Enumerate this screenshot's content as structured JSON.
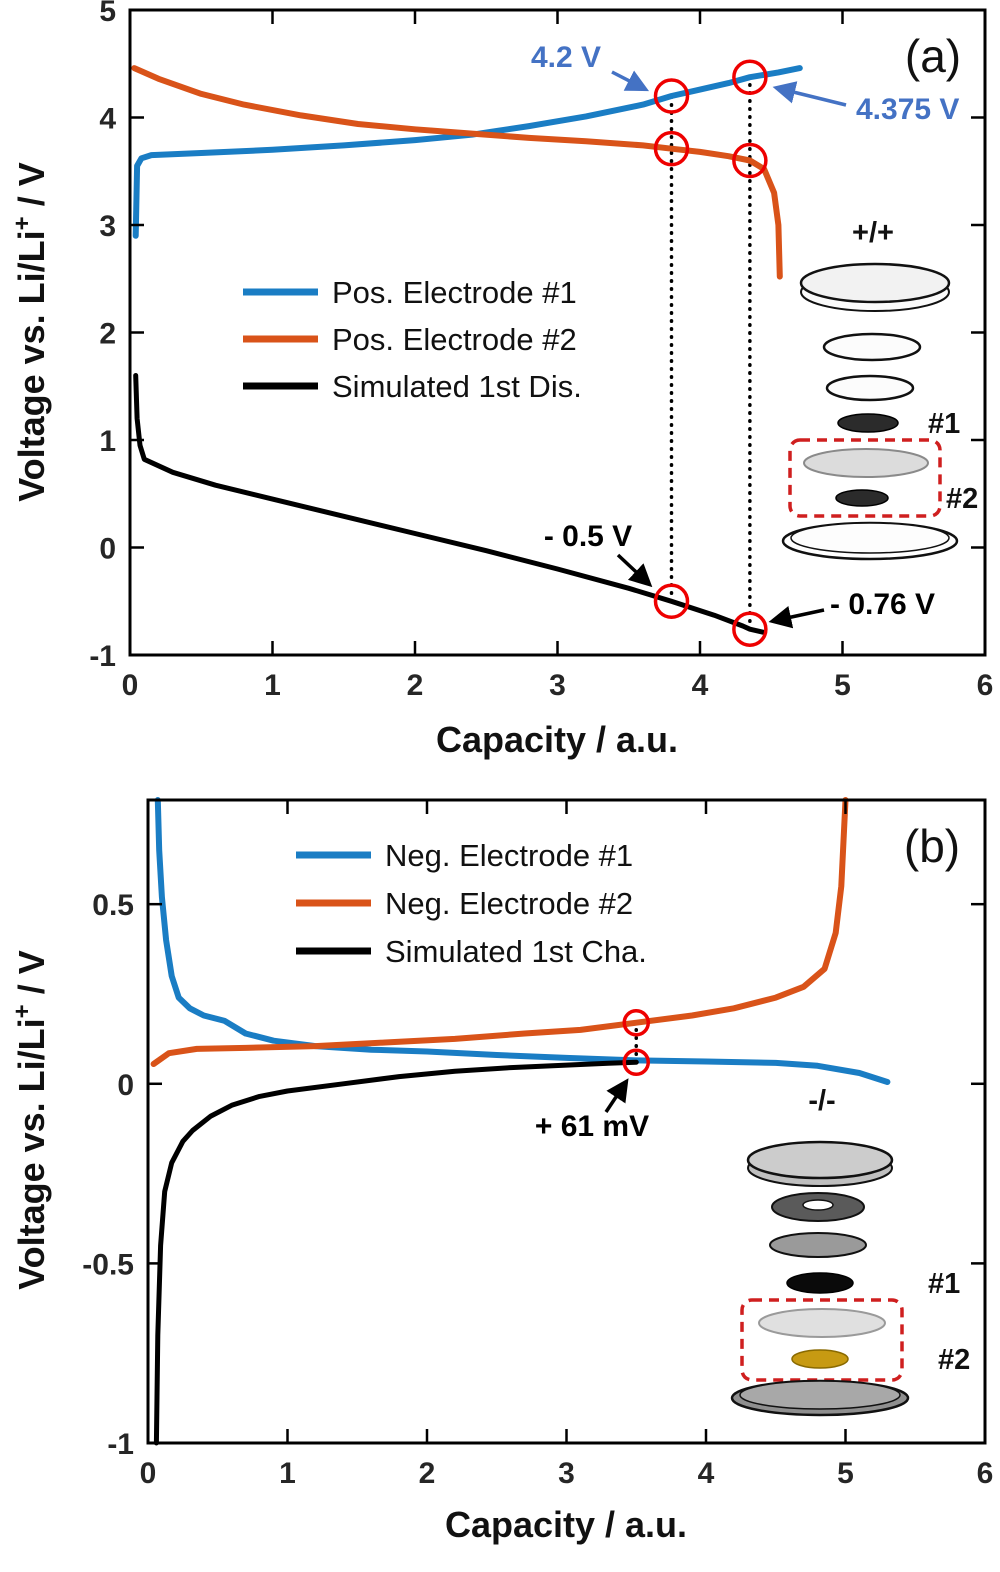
{
  "chart_data": [
    {
      "id": "a",
      "panel_letter": "(a)",
      "type": "line",
      "title": "",
      "xlabel": "Capacity / a.u.",
      "ylabel": "Voltage vs. Li/Li+ / V",
      "ylabel_parts": {
        "pre": "Voltage vs. Li/Li",
        "sup": "+",
        "post": " / V"
      },
      "xlim": [
        0,
        6
      ],
      "ylim": [
        -1,
        5
      ],
      "xticks": [
        "0",
        "1",
        "2",
        "3",
        "4",
        "5",
        "6"
      ],
      "yticks": [
        "-1",
        "0",
        "1",
        "2",
        "3",
        "4",
        "5"
      ],
      "grid": false,
      "legend_position": "upper-left-inside",
      "marker_radius": 16,
      "marker_color": "#ee0000",
      "series": [
        {
          "name": "Pos. Electrode #1",
          "color": "#1a7dc4",
          "points": [
            [
              0.04,
              2.9
            ],
            [
              0.05,
              3.55
            ],
            [
              0.08,
              3.62
            ],
            [
              0.15,
              3.65
            ],
            [
              0.5,
              3.67
            ],
            [
              1.0,
              3.7
            ],
            [
              1.5,
              3.74
            ],
            [
              2.0,
              3.79
            ],
            [
              2.4,
              3.84
            ],
            [
              2.8,
              3.92
            ],
            [
              3.2,
              4.01
            ],
            [
              3.6,
              4.12
            ],
            [
              3.8,
              4.2
            ],
            [
              4.0,
              4.26
            ],
            [
              4.2,
              4.32
            ],
            [
              4.35,
              4.375
            ],
            [
              4.55,
              4.42
            ],
            [
              4.7,
              4.46
            ]
          ]
        },
        {
          "name": "Pos. Electrode #2",
          "color": "#d95319",
          "points": [
            [
              0.03,
              4.46
            ],
            [
              0.2,
              4.36
            ],
            [
              0.5,
              4.22
            ],
            [
              0.8,
              4.12
            ],
            [
              1.2,
              4.02
            ],
            [
              1.6,
              3.94
            ],
            [
              2.0,
              3.89
            ],
            [
              2.4,
              3.85
            ],
            [
              2.8,
              3.81
            ],
            [
              3.2,
              3.78
            ],
            [
              3.6,
              3.74
            ],
            [
              3.8,
              3.71
            ],
            [
              4.0,
              3.68
            ],
            [
              4.2,
              3.64
            ],
            [
              4.35,
              3.6
            ],
            [
              4.45,
              3.52
            ],
            [
              4.52,
              3.3
            ],
            [
              4.55,
              3.0
            ],
            [
              4.56,
              2.52
            ]
          ]
        },
        {
          "name": "Simulated 1st Dis.",
          "color": "#000000",
          "points": [
            [
              0.04,
              1.6
            ],
            [
              0.05,
              1.2
            ],
            [
              0.07,
              0.95
            ],
            [
              0.1,
              0.82
            ],
            [
              0.3,
              0.7
            ],
            [
              0.6,
              0.58
            ],
            [
              1.0,
              0.45
            ],
            [
              1.5,
              0.29
            ],
            [
              2.0,
              0.13
            ],
            [
              2.5,
              -0.03
            ],
            [
              3.0,
              -0.2
            ],
            [
              3.5,
              -0.38
            ],
            [
              3.8,
              -0.5
            ],
            [
              4.1,
              -0.63
            ],
            [
              4.3,
              -0.73
            ],
            [
              4.35,
              -0.76
            ],
            [
              4.45,
              -0.79
            ]
          ]
        }
      ],
      "markers": [
        {
          "x": 3.8,
          "y": 4.2
        },
        {
          "x": 4.35,
          "y": 4.375
        },
        {
          "x": 3.8,
          "y": 3.71
        },
        {
          "x": 4.35,
          "y": 3.6
        },
        {
          "x": 3.8,
          "y": -0.5
        },
        {
          "x": 4.35,
          "y": -0.76
        }
      ],
      "dotted_lines": [
        {
          "x": 3.8,
          "y1": -0.5,
          "y2": 4.2
        },
        {
          "x": 4.35,
          "y1": -0.76,
          "y2": 4.375
        }
      ],
      "annotations": [
        {
          "text": "4.2 V",
          "color": "#4472c4"
        },
        {
          "text": "4.375 V",
          "color": "#4472c4"
        },
        {
          "text": "- 0.5 V",
          "color": "#000000"
        },
        {
          "text": "- 0.76 V",
          "color": "#000000"
        }
      ],
      "inset": {
        "title": "+/+",
        "item1": "#1",
        "item2": "#2"
      }
    },
    {
      "id": "b",
      "panel_letter": "(b)",
      "type": "line",
      "title": "",
      "xlabel": "Capacity / a.u.",
      "ylabel": "Voltage vs. Li/Li+ / V",
      "ylabel_parts": {
        "pre": "Voltage vs. Li/Li",
        "sup": "+",
        "post": " / V"
      },
      "xlim": [
        0,
        6
      ],
      "ylim": [
        -1,
        0.79
      ],
      "xticks": [
        "0",
        "1",
        "2",
        "3",
        "4",
        "5",
        "6"
      ],
      "yticks": [
        "-1",
        "-0.5",
        "0",
        "0.5"
      ],
      "grid": false,
      "legend_position": "upper-left-inside",
      "marker_radius": 12,
      "marker_color": "#ee0000",
      "series": [
        {
          "name": "Neg. Electrode #1",
          "color": "#1a7dc4",
          "points": [
            [
              0.07,
              0.79
            ],
            [
              0.08,
              0.65
            ],
            [
              0.1,
              0.52
            ],
            [
              0.13,
              0.4
            ],
            [
              0.17,
              0.3
            ],
            [
              0.22,
              0.24
            ],
            [
              0.3,
              0.21
            ],
            [
              0.4,
              0.19
            ],
            [
              0.55,
              0.175
            ],
            [
              0.7,
              0.14
            ],
            [
              0.9,
              0.12
            ],
            [
              1.2,
              0.105
            ],
            [
              1.6,
              0.095
            ],
            [
              2.0,
              0.09
            ],
            [
              2.5,
              0.08
            ],
            [
              3.0,
              0.072
            ],
            [
              3.5,
              0.065
            ],
            [
              4.0,
              0.062
            ],
            [
              4.5,
              0.058
            ],
            [
              4.8,
              0.05
            ],
            [
              5.1,
              0.03
            ],
            [
              5.3,
              0.005
            ]
          ]
        },
        {
          "name": "Neg. Electrode #2",
          "color": "#d95319",
          "points": [
            [
              0.04,
              0.055
            ],
            [
              0.15,
              0.085
            ],
            [
              0.35,
              0.097
            ],
            [
              0.7,
              0.1
            ],
            [
              1.2,
              0.105
            ],
            [
              1.7,
              0.115
            ],
            [
              2.2,
              0.125
            ],
            [
              2.7,
              0.14
            ],
            [
              3.1,
              0.15
            ],
            [
              3.5,
              0.17
            ],
            [
              3.9,
              0.19
            ],
            [
              4.2,
              0.21
            ],
            [
              4.5,
              0.24
            ],
            [
              4.7,
              0.27
            ],
            [
              4.85,
              0.32
            ],
            [
              4.93,
              0.42
            ],
            [
              4.97,
              0.55
            ],
            [
              5.0,
              0.79
            ]
          ]
        },
        {
          "name": "Simulated 1st Cha.",
          "color": "#000000",
          "points": [
            [
              0.06,
              -1.0
            ],
            [
              0.07,
              -0.7
            ],
            [
              0.09,
              -0.45
            ],
            [
              0.12,
              -0.3
            ],
            [
              0.17,
              -0.22
            ],
            [
              0.25,
              -0.16
            ],
            [
              0.32,
              -0.13
            ],
            [
              0.45,
              -0.09
            ],
            [
              0.6,
              -0.06
            ],
            [
              0.8,
              -0.035
            ],
            [
              1.0,
              -0.02
            ],
            [
              1.4,
              0.0
            ],
            [
              1.8,
              0.02
            ],
            [
              2.2,
              0.035
            ],
            [
              2.6,
              0.045
            ],
            [
              3.0,
              0.052
            ],
            [
              3.3,
              0.057
            ],
            [
              3.5,
              0.06
            ]
          ]
        }
      ],
      "markers": [
        {
          "x": 3.5,
          "y": 0.17
        },
        {
          "x": 3.5,
          "y": 0.06
        }
      ],
      "dotted_lines": [
        {
          "x": 3.5,
          "y1": 0.06,
          "y2": 0.17
        }
      ],
      "annotations": [
        {
          "text": "+ 61 mV",
          "color": "#000000"
        }
      ],
      "inset": {
        "title": "-/-",
        "item1": "#1",
        "item2": "#2"
      }
    }
  ]
}
